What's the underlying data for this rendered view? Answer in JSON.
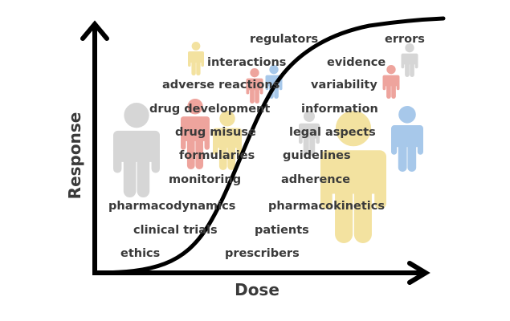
{
  "diagram": {
    "title": "Dose-response curve of medicines use",
    "x_axis_label": "Dose",
    "y_axis_label": "Response",
    "curve": {
      "type": "sigmoid",
      "color": "#000000"
    },
    "colors": {
      "text": "#3a3a3a",
      "gray_person": "#d6d6d6",
      "red_person": "#eea49d",
      "yellow_person": "#f3e2a0",
      "blue_person": "#a7c8ea"
    },
    "words_left": [
      {
        "text": "interactions"
      },
      {
        "text": "adverse reactions"
      },
      {
        "text": "drug development"
      },
      {
        "text": "drug misuse"
      },
      {
        "text": "formularies"
      },
      {
        "text": "monitoring"
      },
      {
        "text": "pharmacodynamics"
      },
      {
        "text": "clinical trials"
      },
      {
        "text": "ethics"
      }
    ],
    "words_right": [
      {
        "text": "regulators"
      },
      {
        "text": "errors"
      },
      {
        "text": "evidence"
      },
      {
        "text": "variability"
      },
      {
        "text": "information"
      },
      {
        "text": "legal aspects"
      },
      {
        "text": "guidelines"
      },
      {
        "text": "adherence"
      },
      {
        "text": "pharmacokinetics"
      },
      {
        "text": "patients"
      },
      {
        "text": "prescribers"
      }
    ],
    "people": [
      {
        "id": "gray-large",
        "color": "gray"
      },
      {
        "id": "yellow-large",
        "color": "yellow"
      },
      {
        "id": "blue-medium",
        "color": "blue"
      },
      {
        "id": "red-medium",
        "color": "red"
      },
      {
        "id": "yellow-medium",
        "color": "yellow"
      },
      {
        "id": "gray-small-center",
        "color": "gray"
      },
      {
        "id": "yellow-small-top",
        "color": "yellow"
      },
      {
        "id": "red-small-center",
        "color": "red"
      },
      {
        "id": "blue-small-center",
        "color": "blue"
      },
      {
        "id": "gray-small-right",
        "color": "gray"
      },
      {
        "id": "red-small-right",
        "color": "red"
      }
    ]
  }
}
